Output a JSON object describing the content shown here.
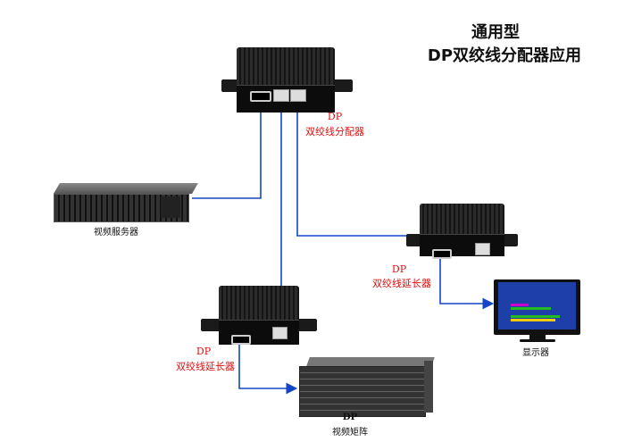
{
  "title": {
    "line1": "通用型",
    "line2": "DP双绞线分配器应用"
  },
  "labels": {
    "splitter": {
      "dp": "DP",
      "name": "双绞线分配器"
    },
    "extender_right": {
      "dp": "DP",
      "name": "双绞线延长器"
    },
    "extender_left": {
      "dp": "DP",
      "name": "双绞线延长器"
    },
    "server": "视频服务器",
    "monitor": "显示器",
    "matrix": {
      "dp": "DP",
      "name": "视频矩阵"
    }
  },
  "colors": {
    "link": "#1546c8",
    "label_red": "#e01010",
    "device": "#1a1a1a"
  }
}
